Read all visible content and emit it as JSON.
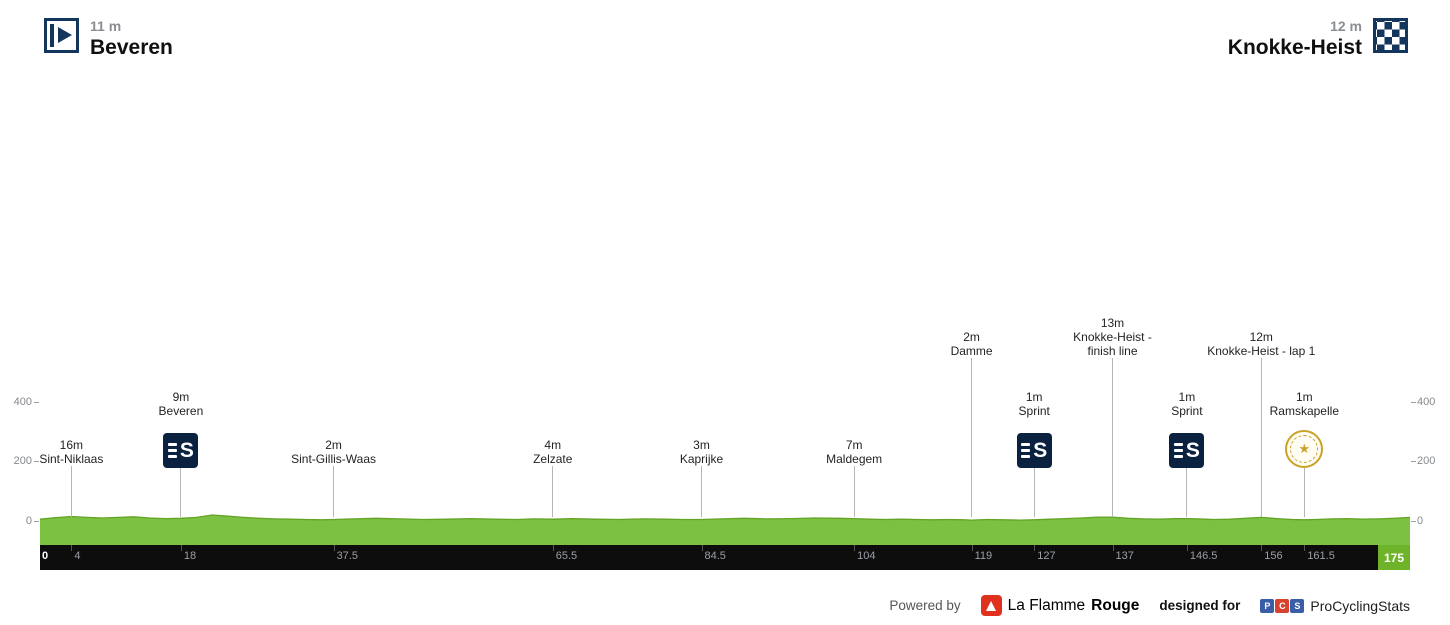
{
  "header": {
    "start": {
      "elevation": "11 m",
      "name": "Beveren"
    },
    "finish": {
      "elevation": "12 m",
      "name": "Knokke-Heist"
    }
  },
  "colors": {
    "profile_green": "#7dc142",
    "profile_green_edge": "#63a325",
    "endcap_green": "#6fb32a",
    "navy": "#14365c",
    "sprint_navy": "#0a2240",
    "gold": "#c9a227",
    "lfr_red": "#e0301e",
    "pcs_blue": "#3a5da8",
    "pcs_red": "#d8432f",
    "axis_bar_black": "#0d0d0d"
  },
  "chart_data": {
    "type": "area",
    "x_unit": "km",
    "y_unit": "m",
    "xlim": [
      0,
      175
    ],
    "y_ticks": [
      0,
      200,
      400
    ],
    "x_ticks": [
      0,
      4,
      18,
      37.5,
      65.5,
      84.5,
      104,
      119,
      127,
      137,
      146.5,
      156,
      161.5,
      175
    ],
    "grid": false,
    "profile": [
      [
        0,
        6
      ],
      [
        2,
        11
      ],
      [
        4,
        15
      ],
      [
        6,
        12
      ],
      [
        8,
        10
      ],
      [
        10,
        12
      ],
      [
        12,
        14
      ],
      [
        14,
        10
      ],
      [
        16,
        8
      ],
      [
        18,
        9
      ],
      [
        20,
        12
      ],
      [
        22,
        20
      ],
      [
        24,
        16
      ],
      [
        26,
        12
      ],
      [
        28,
        9
      ],
      [
        30,
        7
      ],
      [
        32,
        6
      ],
      [
        34,
        5
      ],
      [
        36,
        4
      ],
      [
        37.5,
        5
      ],
      [
        40,
        7
      ],
      [
        43,
        9
      ],
      [
        46,
        7
      ],
      [
        49,
        5
      ],
      [
        52,
        6
      ],
      [
        55,
        8
      ],
      [
        58,
        6
      ],
      [
        61,
        5
      ],
      [
        63,
        7
      ],
      [
        65.5,
        6
      ],
      [
        68,
        8
      ],
      [
        71,
        6
      ],
      [
        74,
        5
      ],
      [
        77,
        7
      ],
      [
        80,
        6
      ],
      [
        82,
        5
      ],
      [
        84.5,
        5
      ],
      [
        87,
        7
      ],
      [
        90,
        9
      ],
      [
        93,
        7
      ],
      [
        96,
        8
      ],
      [
        99,
        10
      ],
      [
        102,
        9
      ],
      [
        104,
        8
      ],
      [
        106,
        6
      ],
      [
        108,
        5
      ],
      [
        110,
        6
      ],
      [
        112,
        5
      ],
      [
        114,
        4
      ],
      [
        116,
        5
      ],
      [
        118,
        4
      ],
      [
        119,
        3
      ],
      [
        121,
        5
      ],
      [
        123,
        4
      ],
      [
        125,
        3
      ],
      [
        127,
        4
      ],
      [
        129,
        6
      ],
      [
        131,
        8
      ],
      [
        133,
        10
      ],
      [
        135,
        13
      ],
      [
        137,
        13
      ],
      [
        139,
        9
      ],
      [
        141,
        7
      ],
      [
        143,
        6
      ],
      [
        145,
        8
      ],
      [
        146.5,
        8
      ],
      [
        148,
        7
      ],
      [
        150,
        5
      ],
      [
        152,
        6
      ],
      [
        154,
        9
      ],
      [
        156,
        12
      ],
      [
        158,
        8
      ],
      [
        160,
        5
      ],
      [
        161.5,
        4
      ],
      [
        163,
        5
      ],
      [
        165,
        7
      ],
      [
        167,
        8
      ],
      [
        169,
        6
      ],
      [
        171,
        7
      ],
      [
        173,
        9
      ],
      [
        175,
        12
      ]
    ],
    "waypoints": [
      {
        "km": 4,
        "elevation": "16m",
        "name": "Sint-Niklaas",
        "type": "plain",
        "tier": "low"
      },
      {
        "km": 18,
        "elevation": "9m",
        "name": "Beveren",
        "type": "sprint",
        "tier": "sprint"
      },
      {
        "km": 37.5,
        "elevation": "2m",
        "name": "Sint-Gillis-Waas",
        "type": "plain",
        "tier": "low"
      },
      {
        "km": 65.5,
        "elevation": "4m",
        "name": "Zelzate",
        "type": "plain",
        "tier": "low"
      },
      {
        "km": 84.5,
        "elevation": "3m",
        "name": "Kaprijke",
        "type": "plain",
        "tier": "low"
      },
      {
        "km": 104,
        "elevation": "7m",
        "name": "Maldegem",
        "type": "plain",
        "tier": "low"
      },
      {
        "km": 119,
        "elevation": "2m",
        "name": "Damme",
        "type": "plain",
        "tier": "high"
      },
      {
        "km": 127,
        "elevation": "1m",
        "name": "Sprint",
        "type": "sprint",
        "tier": "sprint"
      },
      {
        "km": 137,
        "elevation": "13m",
        "name": "Knokke-Heist - finish line",
        "type": "plain",
        "tier": "high",
        "wrap": true
      },
      {
        "km": 146.5,
        "elevation": "1m",
        "name": "Sprint",
        "type": "sprint",
        "tier": "sprint"
      },
      {
        "km": 156,
        "elevation": "12m",
        "name": "Knokke-Heist - lap 1",
        "type": "plain",
        "tier": "high"
      },
      {
        "km": 161.5,
        "elevation": "1m",
        "name": "Ramskapelle",
        "type": "golden",
        "tier": "sprint"
      }
    ]
  },
  "footer": {
    "powered_by": "Powered by",
    "lfr_name_1": "La Flamme",
    "lfr_name_2": "Rouge",
    "designed_for": "designed for",
    "pcs_letters": [
      "P",
      "C",
      "S"
    ],
    "pcs_name": "ProCyclingStats"
  }
}
